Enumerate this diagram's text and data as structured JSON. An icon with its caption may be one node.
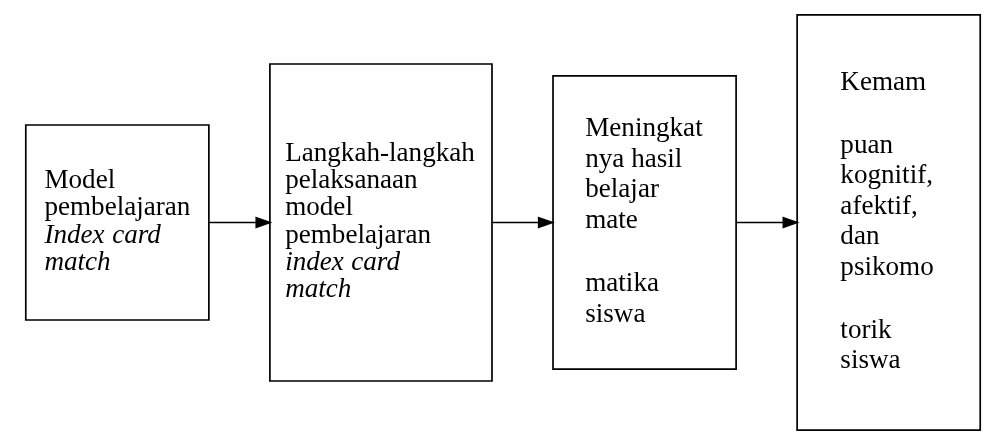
{
  "diagram": {
    "nodes": [
      {
        "text": [
          "Model pembelajaran *Index card match*"
        ]
      },
      {
        "text": [
          "Langkah-langkah pelaksanaan model pembelajaran *index card match*"
        ]
      },
      {
        "text": [
          "Meningkat nya hasil belajar mate",
          "matika siswa"
        ]
      },
      {
        "text": [
          "Kemam",
          "puan kognitif, afektif, dan psikomo",
          "torik siswa"
        ]
      }
    ],
    "edges": [
      {
        "from": 0,
        "to": 1,
        "arrow": "to"
      },
      {
        "from": 1,
        "to": 2,
        "arrow": "to"
      },
      {
        "from": 2,
        "to": 3,
        "arrow": "to"
      }
    ]
  }
}
